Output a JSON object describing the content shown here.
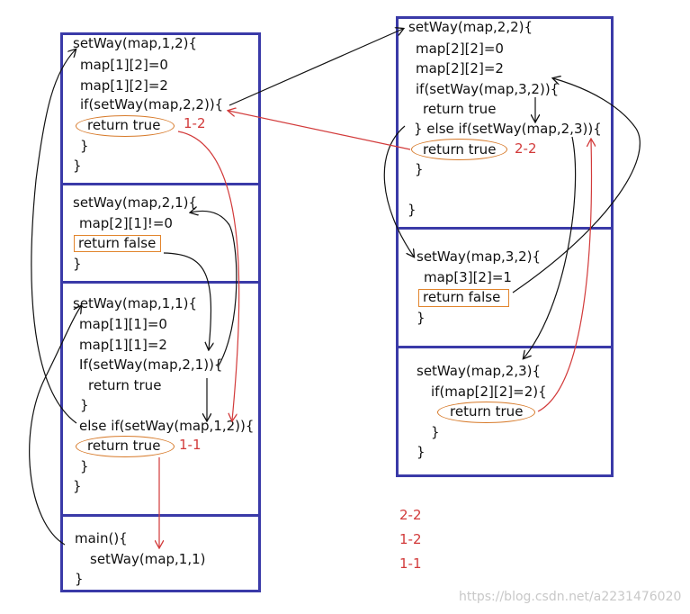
{
  "left_stack": {
    "frame1": {
      "lines": [
        "setWay(map,1,2){",
        "map[1][2]=0",
        "map[1][2]=2",
        "if(setWay(map,2,2)){",
        "return true",
        "}",
        "}"
      ],
      "tag": "1-2"
    },
    "frame2": {
      "lines": [
        "setWay(map,2,1){",
        "map[2][1]!=0",
        "return false",
        "}"
      ]
    },
    "frame3": {
      "lines": [
        "setWay(map,1,1){",
        "map[1][1]=0",
        "map[1][1]=2",
        "If(setWay(map,2,1)){",
        "return true",
        "}",
        "else if(setWay(map,1,2)){",
        "return true",
        "}",
        "}"
      ],
      "tag": "1-1"
    },
    "frame4": {
      "lines": [
        "main(){",
        "setWay(map,1,1)",
        "}"
      ]
    }
  },
  "right_stack": {
    "frame1": {
      "lines": [
        "setWay(map,2,2){",
        "map[2][2]=0",
        "map[2][2]=2",
        "if(setWay(map,3,2)){",
        "return true",
        "} else if(setWay(map,2,3)){",
        "return true",
        "}",
        "}"
      ],
      "tag": "2-2"
    },
    "frame2": {
      "lines": [
        "setWay(map,3,2){",
        "map[3][2]=1",
        "return false",
        "}"
      ]
    },
    "frame3": {
      "lines": [
        "setWay(map,2,3){",
        "if(map[2][2]=2){",
        "return true",
        "}",
        "}"
      ]
    }
  },
  "order_list": [
    "2-2",
    "1-2",
    "1-1"
  ],
  "watermark": "https://blog.csdn.net/a2231476020",
  "colors": {
    "frame": "#3a3aa8",
    "arrow_black": "#111111",
    "arrow_red": "#d23a3a",
    "box_orange": "#e2852d"
  }
}
